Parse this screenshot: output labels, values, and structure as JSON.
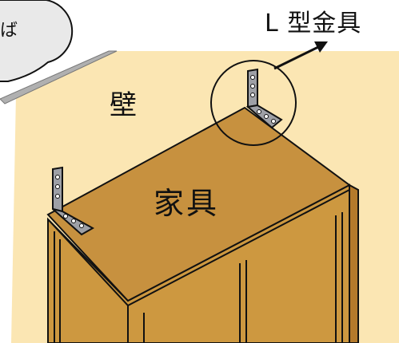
{
  "labels": {
    "bracket": "L 型金具",
    "wall": "壁",
    "furniture": "家具",
    "bubble_fragment": "ば"
  },
  "colors": {
    "wall": "#fbe6b3",
    "furniture_top": "#c7913f",
    "furniture_front": "#cd9840",
    "furniture_side": "#b47a2b",
    "outline": "#111111",
    "bubble": "#e9e9e9",
    "bracket_metal": "#9ea0a6",
    "skirting": "#a7a7a7"
  }
}
